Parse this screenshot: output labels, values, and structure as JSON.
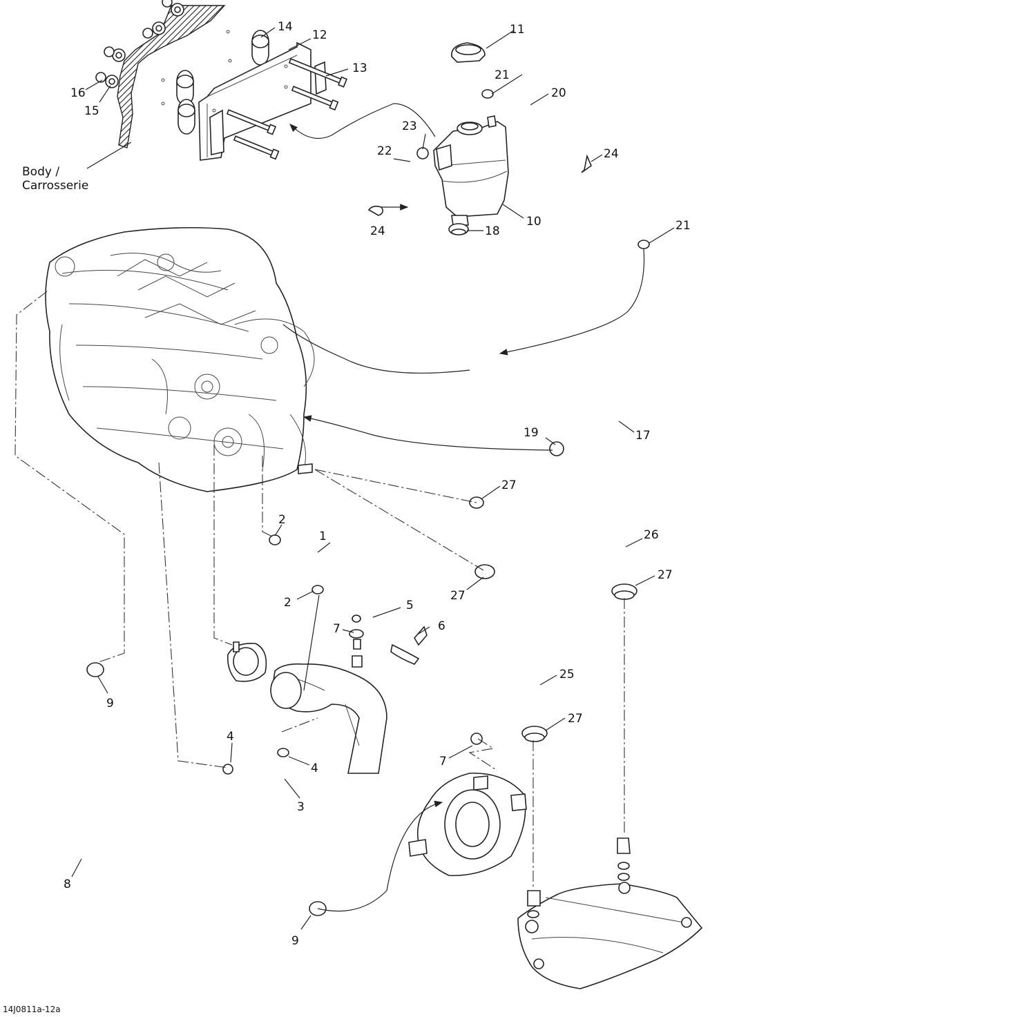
{
  "diagram": {
    "callouts": [
      {
        "id": "c1",
        "text": "1"
      },
      {
        "id": "c2a",
        "text": "2"
      },
      {
        "id": "c2b",
        "text": "2"
      },
      {
        "id": "c3",
        "text": "3"
      },
      {
        "id": "c4a",
        "text": "4"
      },
      {
        "id": "c4b",
        "text": "4"
      },
      {
        "id": "c5",
        "text": "5"
      },
      {
        "id": "c6",
        "text": "6"
      },
      {
        "id": "c7a",
        "text": "7"
      },
      {
        "id": "c7b",
        "text": "7"
      },
      {
        "id": "c8",
        "text": "8"
      },
      {
        "id": "c9a",
        "text": "9"
      },
      {
        "id": "c9b",
        "text": "9"
      },
      {
        "id": "c10",
        "text": "10"
      },
      {
        "id": "c11",
        "text": "11"
      },
      {
        "id": "c12",
        "text": "12"
      },
      {
        "id": "c13",
        "text": "13"
      },
      {
        "id": "c14",
        "text": "14"
      },
      {
        "id": "c15",
        "text": "15"
      },
      {
        "id": "c16",
        "text": "16"
      },
      {
        "id": "c17",
        "text": "17"
      },
      {
        "id": "c18",
        "text": "18"
      },
      {
        "id": "c19",
        "text": "19"
      },
      {
        "id": "c20",
        "text": "20"
      },
      {
        "id": "c21a",
        "text": "21"
      },
      {
        "id": "c21b",
        "text": "21"
      },
      {
        "id": "c22",
        "text": "22"
      },
      {
        "id": "c23",
        "text": "23"
      },
      {
        "id": "c24a",
        "text": "24"
      },
      {
        "id": "c24b",
        "text": "24"
      },
      {
        "id": "c25",
        "text": "25"
      },
      {
        "id": "c26",
        "text": "26"
      },
      {
        "id": "c27a",
        "text": "27"
      },
      {
        "id": "c27b",
        "text": "27"
      },
      {
        "id": "c27c",
        "text": "27"
      },
      {
        "id": "c27d",
        "text": "27"
      }
    ],
    "body_label": {
      "line1": "Body /",
      "line2": "Carrosserie"
    },
    "drawing_code": "14J0811a-12a"
  }
}
